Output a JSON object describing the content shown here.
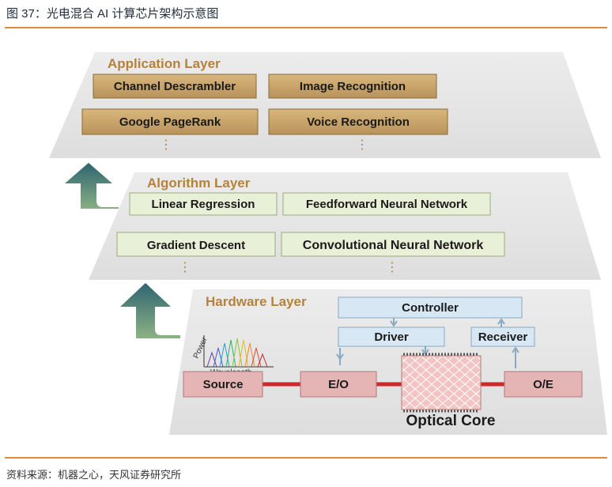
{
  "figure": {
    "title": "图 37：光电混合 AI 计算芯片架构示意图",
    "source": "资料来源：机器之心，天风证券研究所"
  },
  "application_layer": {
    "title": "Application Layer",
    "items": [
      "Channel Descrambler",
      "Image Recognition",
      "Google PageRank",
      "Voice Recognition"
    ],
    "ellipsis": "⋮"
  },
  "algorithm_layer": {
    "title": "Algorithm Layer",
    "items": [
      "Linear Regression",
      "Feedforward Neural Network",
      "Gradient Descent",
      "Convolutional Neural Network"
    ],
    "ellipsis": "⋮"
  },
  "hardware_layer": {
    "title": "Hardware Layer",
    "controller": "Controller",
    "driver": "Driver",
    "receiver": "Receiver",
    "source": "Source",
    "eo": "E/O",
    "oe": "O/E",
    "optical_core": "Optical Core",
    "spectrum": {
      "y_axis": "Power",
      "x_axis": "Wavelength"
    }
  },
  "colors": {
    "orange_rule": "#e08b3c",
    "app_box": "#c9a46a",
    "algo_box": "#e6efd6",
    "hw_box": "#d6e6f2",
    "red_box": "#e7b8b8",
    "link_red": "#cc2a2a",
    "arrow_teal": "#3f7a78"
  }
}
